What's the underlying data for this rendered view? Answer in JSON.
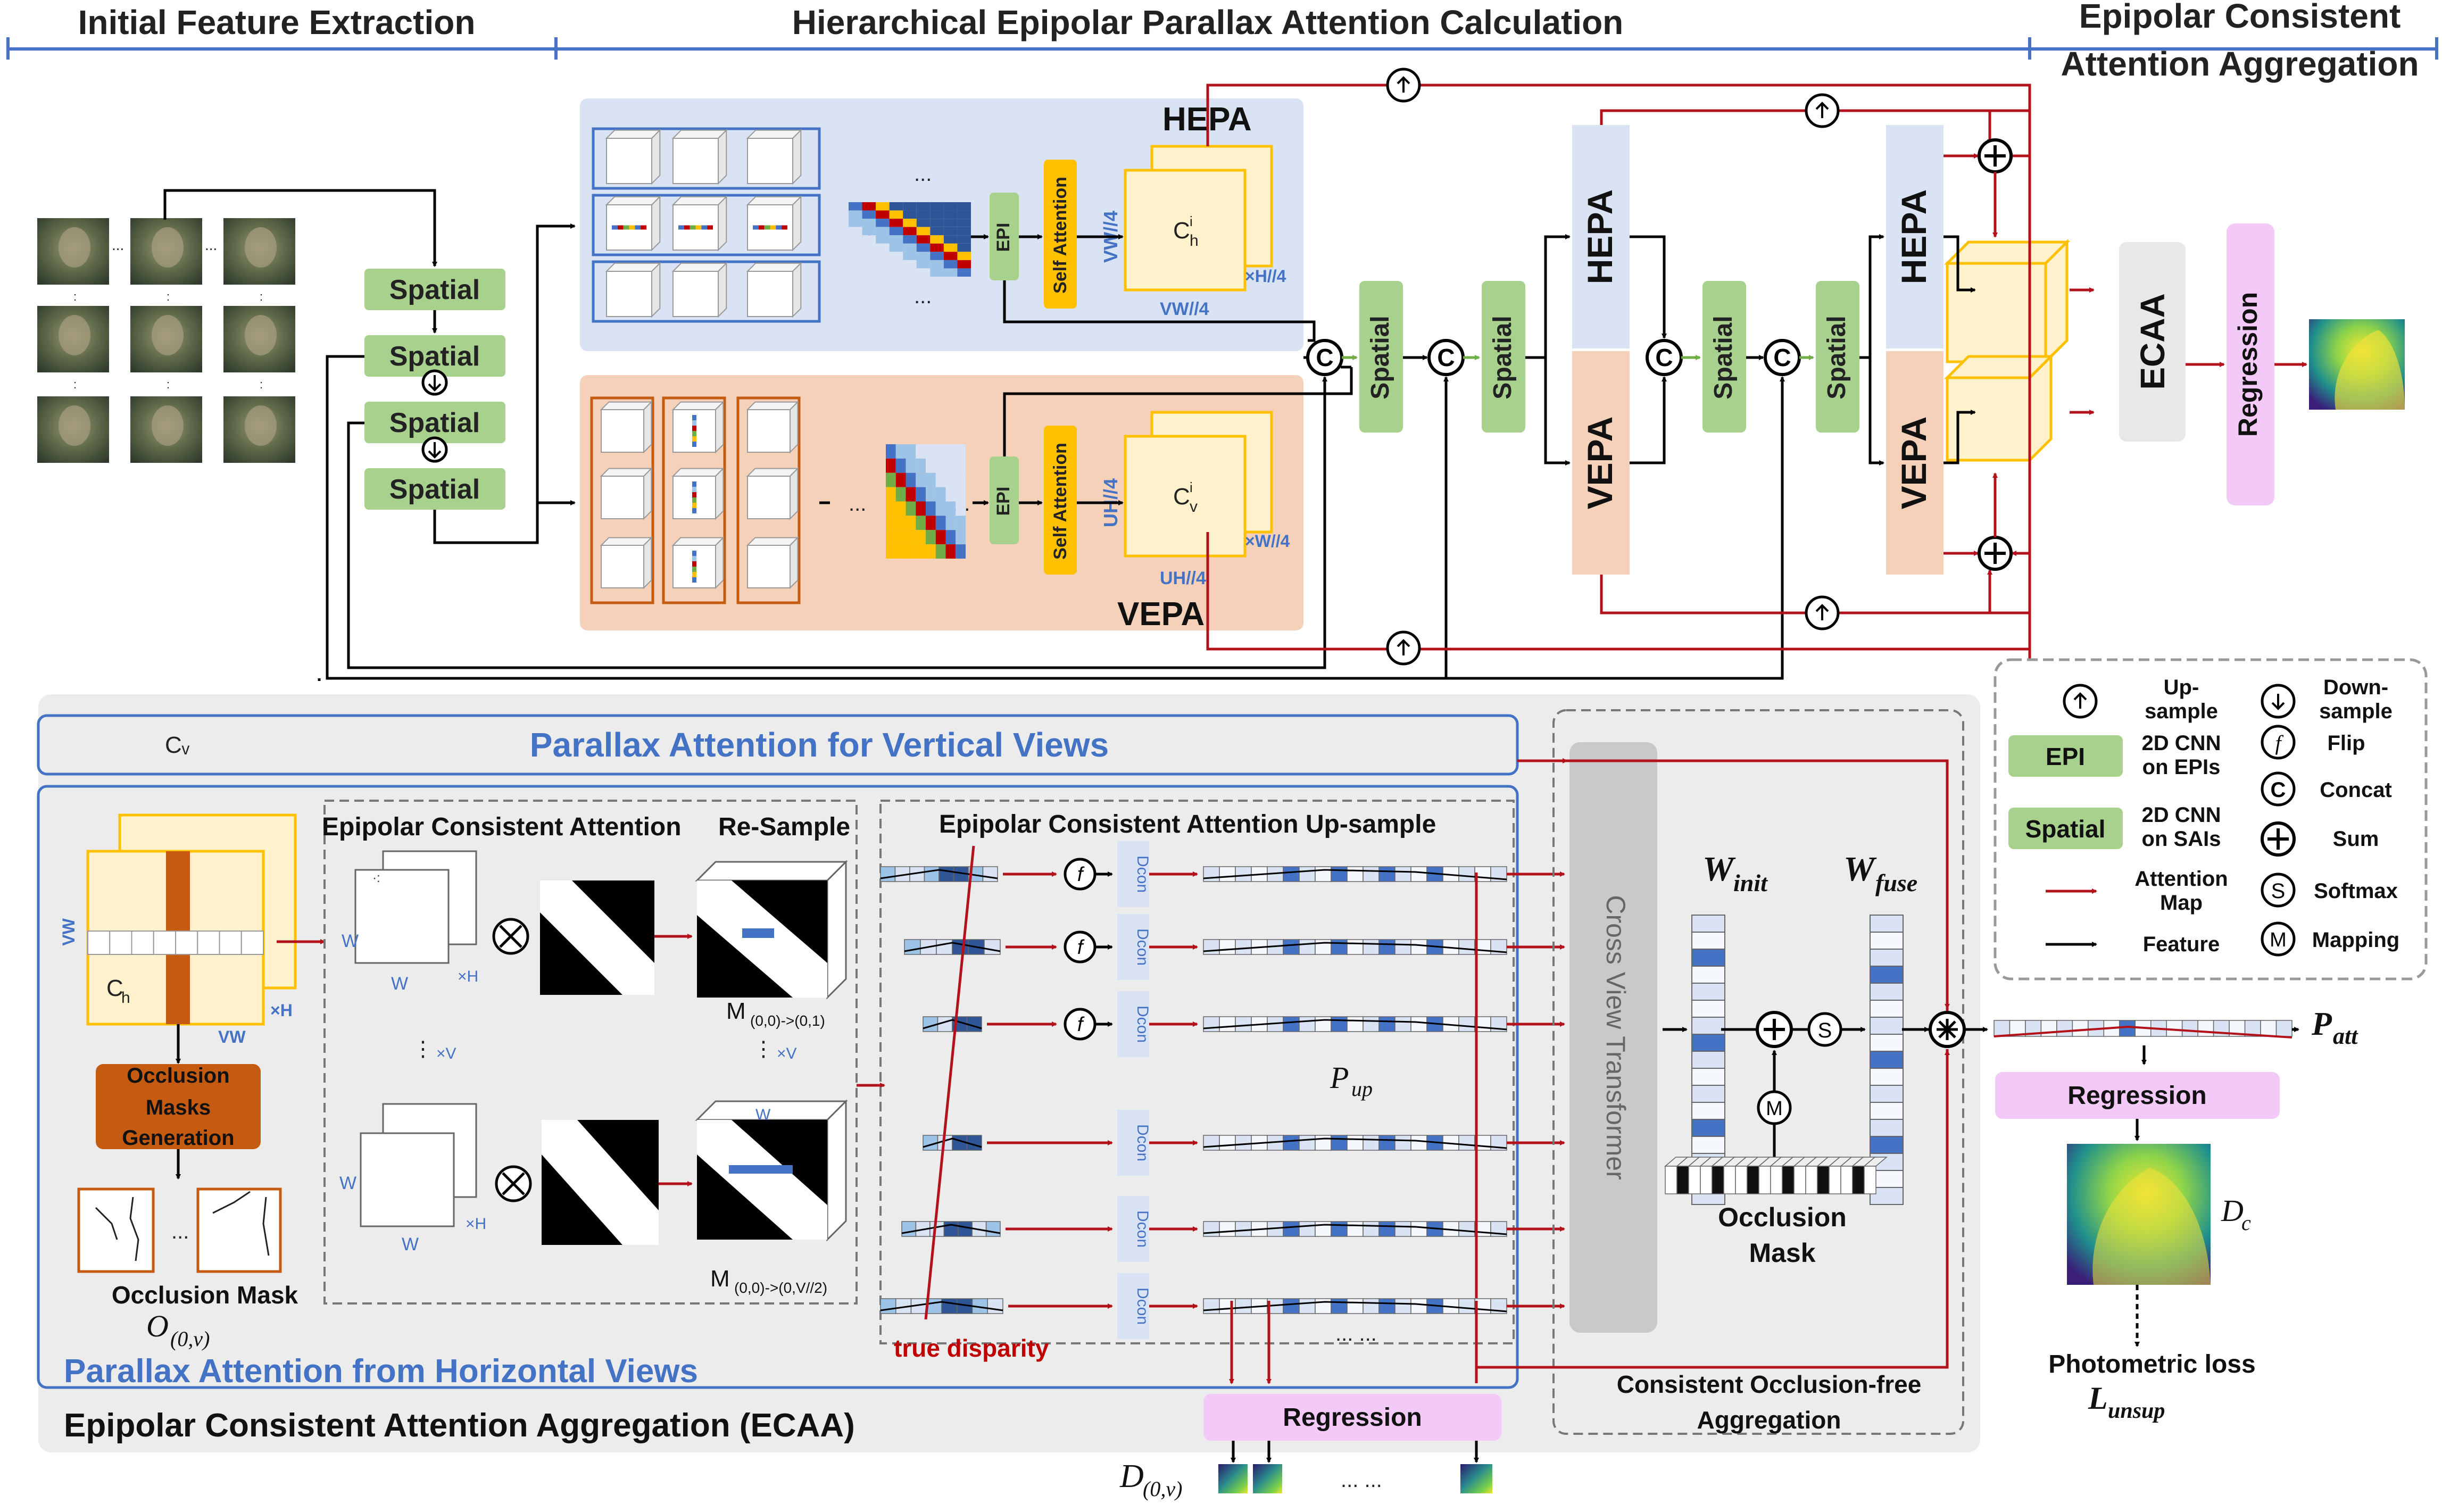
{
  "headers": {
    "initial": "Initial Feature Extraction",
    "hier": "Hierarchical  Epipolar Parallax Attention Calculation",
    "ecaa_title_1": "Epipolar Consistent",
    "ecaa_title_2": "Attention Aggregation"
  },
  "top": {
    "spatial": "Spatial",
    "epi": "EPI",
    "self_attention": "Self Attention",
    "hepa": "HEPA",
    "vepa": "VEPA",
    "ch": "C",
    "ch_sup": "i",
    "ch_sub": "h",
    "cv_sub": "v",
    "vw4": "VW//4",
    "xh4": "×H//4",
    "uh4": "UH//4",
    "xw4": "×W//4",
    "ellipsis": "...",
    "ecaa": "ECAA",
    "regression": "Regression",
    "concat_glyph": "C"
  },
  "bottom": {
    "cv": "Cᵥ",
    "pa_vertical": "Parallax Attention for Vertical Views",
    "pa_horizontal": "Parallax Attention from Horizontal Views",
    "ecaa_full": "Epipolar Consistent Attention Aggregation (ECAA)",
    "eca": "Epipolar Consistent Attention",
    "resample": "Re-Sample",
    "ecaup": "Epipolar Consistent Attention Up-sample",
    "occ_gen_1": "Occlusion",
    "occ_gen_2": "Masks",
    "occ_gen_3": "Generation",
    "occ_mask": "Occlusion Mask",
    "o_main": "O",
    "o_sub": "(0,v)",
    "m1_main": "M",
    "m1_sub": "(0,0)->(0,1)",
    "m2_main": "M",
    "m2_sub": "(0,0)->(0,V//2)",
    "w": "W",
    "xh": "×H",
    "xv": "×V",
    "vw": "VW",
    "ch_main": "C",
    "ch_sub": "h",
    "dcon": "Dcon",
    "flip": "f",
    "true_disparity": "true disparity",
    "pup_main": "P",
    "pup_sub": "up",
    "cvt": "Cross View Transformer",
    "w_init_main": "W",
    "w_init_sub": "init",
    "w_fuse_main": "W",
    "w_fuse_sub": "fuse",
    "occ_mask_1": "Occlusion",
    "occ_mask_2": "Mask",
    "cofa_1": "Consistent Occlusion-free",
    "cofa_2": "Aggregation",
    "regression": "Regression",
    "d_main": "D",
    "d_sub": "(0,v)",
    "dots": "... ...",
    "patt_main": "P",
    "patt_sub": "att",
    "dc_main": "D",
    "dc_sub": "c",
    "photo": "Photometric loss",
    "lunsup_main": "L",
    "lunsup_sub": "unsup",
    "mapping_glyph": "M",
    "softmax_glyph": "S"
  },
  "legend": {
    "upsample": "Up-",
    "upsample2": "sample",
    "downsample": "Down-",
    "downsample2": "sample",
    "epi": "EPI",
    "epi_desc1": "2D CNN",
    "epi_desc2": "on EPIs",
    "flip": "Flip",
    "concat": "Concat",
    "spatial": "Spatial",
    "spatial_desc1": "2D CNN",
    "spatial_desc2": "on SAIs",
    "sum": "Sum",
    "attn1": "Attention",
    "attn2": "Map",
    "softmax": "Softmax",
    "feature": "Feature",
    "mapping": "Mapping",
    "g_flip": "f",
    "g_concat": "C",
    "g_softmax": "S",
    "g_mapping": "M"
  },
  "colors": {
    "red": "#b3121b",
    "black": "#000000",
    "blue_text": "#4472c4",
    "green_box": "#a9d18e",
    "orange_box": "#c55a11",
    "hepa_bg": "#dae3f3",
    "vepa_bg": "#f4d1b8",
    "yellow_fill": "#fff2cc",
    "yellow_stroke": "#ffc000",
    "pink": "#f3c9f8",
    "gray_box": "#e8e8e8",
    "section_bg": "#ececec"
  }
}
